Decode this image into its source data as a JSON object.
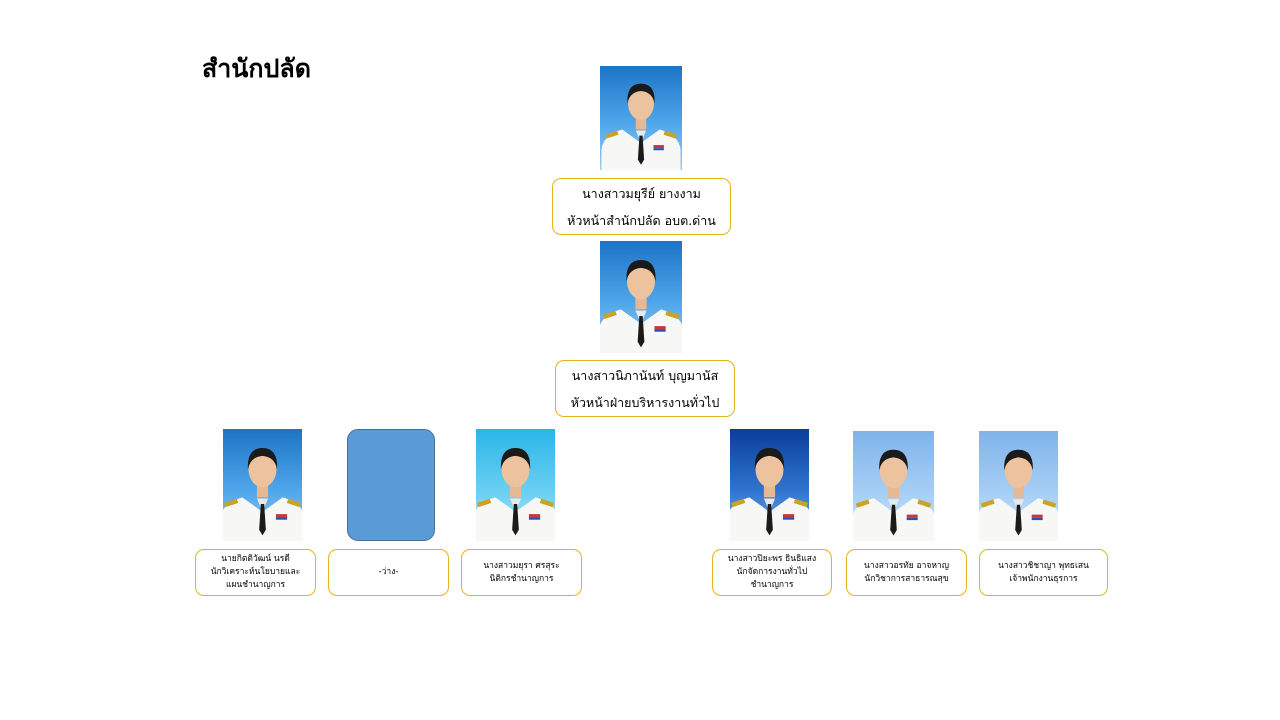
{
  "page": {
    "title": "สำนักปลัด",
    "box_border_color": "#e3b51c",
    "placeholder_color": "#5b9bd5"
  },
  "head": {
    "name": "นางสาวมยุรีย์  ยางงาม",
    "position": "หัวหน้าสำนักปลัด อบต.ด่าน"
  },
  "admin_head": {
    "name": "นางสาวนิภานันท์  บุญมานัส",
    "position": "หัวหน้าฝ่ายบริหารงานทั่วไป"
  },
  "staff": [
    {
      "name": "นายกิตติวัฒน์  นรดี",
      "position": "นักวิเคราะห์นโยบายและ",
      "position2": "แผนชำนาญการ",
      "has_photo": true
    },
    {
      "name": "-ว่าง-",
      "has_photo": false
    },
    {
      "name": "นางสาวมยุรา  ศรสุระ",
      "position": "นิติกรชำนาญการ",
      "has_photo": true
    },
    {
      "name": "นางสาวปิยะพร  ธินธิแสง",
      "position": "นักจัดการงานทั่วไป",
      "position2": "ชำนาญการ",
      "has_photo": true
    },
    {
      "name": "นางสาวอรทัย  อาจหาญ",
      "position": "นักวิชาการสาธารณสุข",
      "has_photo": true
    },
    {
      "name": "นางสาวชิชาญา  พุทธเสน",
      "position": "เจ้าพนักงานธุรการ",
      "has_photo": true
    }
  ]
}
